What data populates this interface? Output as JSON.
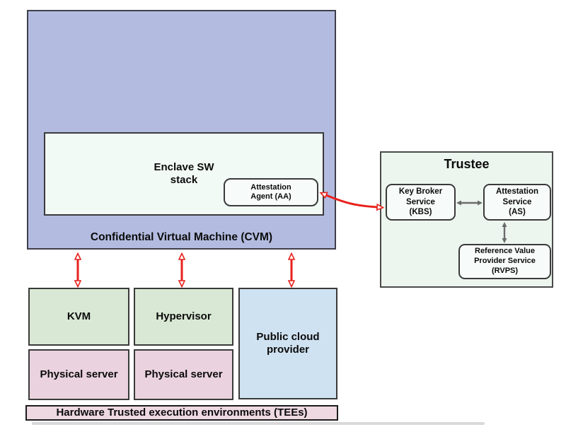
{
  "cvm": {
    "label": "Confidential Virtual Machine (CVM)",
    "enclave_label": "Enclave SW\nstack",
    "attestation_agent_label": "Attestation\nAgent (AA)"
  },
  "trustee": {
    "title": "Trustee",
    "kbs_label": "Key Broker\nService\n(KBS)",
    "as_label": "Attestation\nService\n(AS)",
    "rvps_label": "Reference Value\nProvider Service\n(RVPS)"
  },
  "infra": {
    "kvm_label": "KVM",
    "hypervisor_label": "Hypervisor",
    "public_cloud_label": "Public cloud\nprovider",
    "physical_server_1_label": "Physical server",
    "physical_server_2_label": "Physical server",
    "tees_label": "Hardware Trusted execution environments (TEEs)"
  },
  "colors": {
    "cvm_fill": "#b3bce0",
    "cvm_border": "#3f3f4a",
    "enclave_fill": "#f2faf6",
    "service_fill": "#f7fbf9",
    "trustee_fill": "#ecf6ef",
    "box_border": "#3a3a3a",
    "green_fill": "#d9e8d4",
    "pink_fill": "#ead3de",
    "blue_fill": "#cfe2f1",
    "tees_fill": "#eed8e1",
    "arrow_red": "#e8211c",
    "arrow_gray": "#6b6b6b",
    "text": "#0b0b0b",
    "shadow_bar": "#d9d9d9"
  }
}
